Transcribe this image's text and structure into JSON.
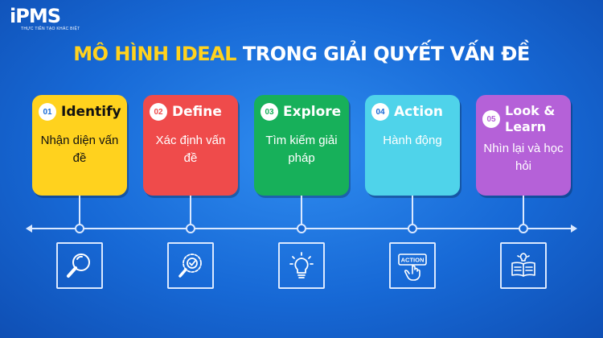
{
  "logo": {
    "mark": "iPMS",
    "tagline": "THỰC TIỄN TẠO KHÁC BIỆT"
  },
  "title": {
    "highlight": "MÔ HÌNH IDEAL",
    "rest": " TRONG GIẢI QUYẾT VẤN ĐỀ"
  },
  "steps": [
    {
      "num": "01",
      "title": "Identify",
      "desc": "Nhận diện vấn đề",
      "color": "#ffd21e",
      "icon": "magnifier-icon"
    },
    {
      "num": "02",
      "title": "Define",
      "desc": "Xác định vấn đề",
      "color": "#ef4b4b",
      "icon": "target-search-icon"
    },
    {
      "num": "03",
      "title": "Explore",
      "desc": "Tìm kiếm giải pháp",
      "color": "#17b05a",
      "icon": "lightbulb-icon"
    },
    {
      "num": "04",
      "title": "Action",
      "desc": "Hành động",
      "color": "#4fd3ea",
      "icon": "action-button-icon",
      "icon_label": "ACTION"
    },
    {
      "num": "05",
      "title": "Look & Learn",
      "desc": "Nhìn lại và học hỏi",
      "color": "#b561d8",
      "icon": "open-book-icon"
    }
  ]
}
